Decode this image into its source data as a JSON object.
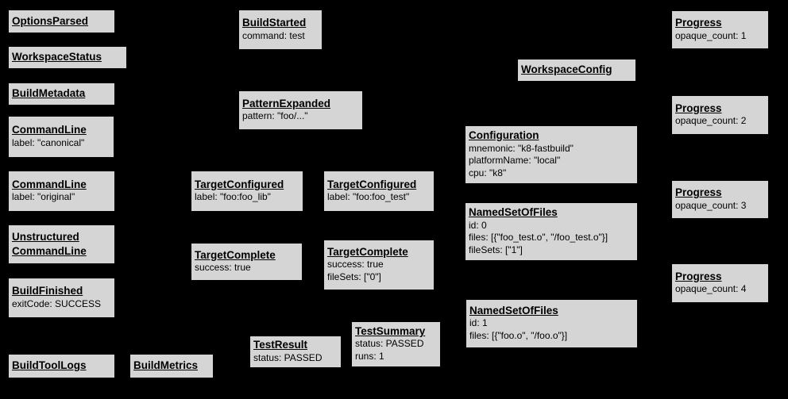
{
  "colors": {
    "background": "#000000",
    "box_fill": "#d5d5d5",
    "box_border": "#000000",
    "text": "#000000"
  },
  "diagram": {
    "description": "Build event protocol diagram of gray event boxes on a black background"
  },
  "nodes": {
    "options_parsed": {
      "title": "OptionsParsed"
    },
    "workspace_status": {
      "title": "WorkspaceStatus"
    },
    "build_metadata": {
      "title": "BuildMetadata"
    },
    "command_line_canonical": {
      "title": "CommandLine",
      "lines": [
        "label: \"canonical\""
      ]
    },
    "command_line_original": {
      "title": "CommandLine",
      "lines": [
        "label: \"original\""
      ]
    },
    "unstructured_command_line": {
      "title_line1": "Unstructured",
      "title_line2": "CommandLine"
    },
    "build_finished": {
      "title": "BuildFinished",
      "lines": [
        "exitCode: SUCCESS"
      ]
    },
    "build_tool_logs": {
      "title": "BuildToolLogs"
    },
    "build_metrics": {
      "title": "BuildMetrics"
    },
    "build_started": {
      "title": "BuildStarted",
      "lines": [
        "command: test"
      ]
    },
    "pattern_expanded": {
      "title": "PatternExpanded",
      "lines": [
        "pattern: \"foo/...\""
      ]
    },
    "target_configured_lib": {
      "title": "TargetConfigured",
      "lines": [
        "label: \"foo:foo_lib\""
      ]
    },
    "target_configured_test": {
      "title": "TargetConfigured",
      "lines": [
        "label: \"foo:foo_test\""
      ]
    },
    "target_complete_lib": {
      "title": "TargetComplete",
      "lines": [
        "success: true"
      ]
    },
    "target_complete_test": {
      "title": "TargetComplete",
      "lines": [
        "success: true",
        "fileSets: [\"0\"]"
      ]
    },
    "test_result": {
      "title": "TestResult",
      "lines": [
        "status: PASSED"
      ]
    },
    "test_summary": {
      "title": "TestSummary",
      "lines": [
        "status: PASSED",
        "runs: 1"
      ]
    },
    "workspace_config": {
      "title": "WorkspaceConfig"
    },
    "configuration": {
      "title": "Configuration",
      "lines": [
        "mnemonic: \"k8-fastbuild\"",
        "platformName: \"local\"",
        "cpu: \"k8\""
      ]
    },
    "named_set_of_files_0": {
      "title": "NamedSetOfFiles",
      "lines": [
        "id: 0",
        "files: [{\"foo_test.o\", \"/foo_test.o\"}]",
        "fileSets: [\"1\"]"
      ]
    },
    "named_set_of_files_1": {
      "title": "NamedSetOfFiles",
      "lines": [
        "id: 1",
        "files: [{\"foo.o\", \"/foo.o\"}]"
      ]
    },
    "progress_1": {
      "title": "Progress",
      "lines": [
        "opaque_count: 1"
      ]
    },
    "progress_2": {
      "title": "Progress",
      "lines": [
        "opaque_count: 2"
      ]
    },
    "progress_3": {
      "title": "Progress",
      "lines": [
        "opaque_count: 3"
      ]
    },
    "progress_4": {
      "title": "Progress",
      "lines": [
        "opaque_count: 4"
      ]
    }
  }
}
